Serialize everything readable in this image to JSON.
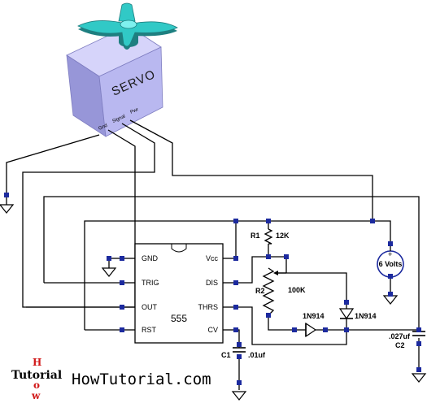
{
  "servo": {
    "label": "SERVO",
    "pins": [
      "Gnd",
      "Signal",
      "Pwr"
    ],
    "colors": {
      "body_front": "#b9b8f0",
      "body_top": "#d6d4fa",
      "body_side": "#9796d8",
      "horn": "#31c9c6",
      "horn_dark": "#1e7f80"
    }
  },
  "ic": {
    "name": "555",
    "pins_left": [
      "GND",
      "TRIG",
      "OUT",
      "RST"
    ],
    "pins_right": [
      "Vcc",
      "DIS",
      "THRS",
      "CV"
    ]
  },
  "components": {
    "r1": {
      "ref": "R1",
      "value": "12K"
    },
    "r2": {
      "ref": "R2",
      "value": "100K"
    },
    "c1": {
      "ref": "C1",
      "value": ".01uf"
    },
    "c2": {
      "ref": "C2",
      "value": ".027uf"
    },
    "d1": {
      "ref": "1N914"
    },
    "d2": {
      "ref": "1N914"
    },
    "source": {
      "label": "6 Volts"
    }
  },
  "brand": {
    "site": "HowTutorial.com",
    "logo_main": "Tutorial",
    "logo_vertical": [
      "H",
      "o",
      "w"
    ]
  },
  "colors": {
    "wire": "#000000",
    "node": "#1c2a9e",
    "ic_fill": "#ffffff"
  }
}
